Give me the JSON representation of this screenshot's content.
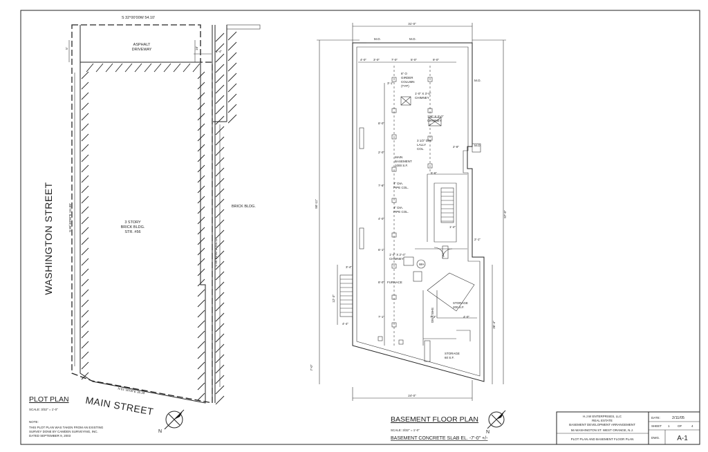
{
  "plot_plan": {
    "top_bearing": "S 32°00'00W 54.10'",
    "driveway": [
      "ASPHALT",
      "DRIVEWAY"
    ],
    "dim_left_top": "5'",
    "dim_right_top": "16'",
    "dim_step": "1'-4\"",
    "west_bearing": "S 80°40'00\"E 111.80'",
    "east_bearing": "S 80°40'00\"E 115.11'",
    "bottom_bearing": "N 81°30'00\"E 35.30'",
    "building": [
      "3 STORY",
      "BRICK BLDG.",
      "STR. #56"
    ],
    "brick_bldg": "BRICK BLDG.",
    "washington_street": "WASHINGTON STREET",
    "main_street": "MAIN STREET",
    "title": "PLOT PLAN",
    "scale": "SCALE: 3/32\" = 1'-0\"",
    "note_title": "NOTE:",
    "notes": [
      "THIS PLOT PLAN WAS TAKEN FROM AN EXISTING",
      "SURVEY DONE BY CAMDEN SURVEYING, INC.",
      "DATED SEPTEMBER 9, 2003"
    ],
    "north": "N"
  },
  "floor_plan": {
    "overall_width_top": "31'-0\"",
    "overall_width_bottom": "24'-0\"",
    "height_left": "98'-11\"",
    "height_right": "97'-0\"",
    "small_dims": [
      "M.O.",
      "M.O.",
      "4'-0\"",
      "3'-0\"",
      "7'-0\"",
      "5'-0\"",
      "9'-0\"",
      "3'-1\"",
      "8'-0\"",
      "2'-0\"",
      "7'-8\"",
      "4'-0\"",
      "6'-1\"",
      "8'-0\"",
      "7'-1\"",
      "5'-6\"",
      "1'-4\"",
      "12'-3\"",
      "3'-4\"",
      "4'-4\"",
      "2'-1\"",
      "7'-4\"",
      "4'-0\"",
      "2'-8\""
    ],
    "labels": {
      "girder_column": [
        "6\" O",
        "GIRDER",
        "COLUMN",
        "(TYP)"
      ],
      "chimney1": [
        "1'-0\" X 3'-0\"",
        "CHIMNEY"
      ],
      "chimney2": [
        "1'-6\" X 3'-0\"",
        "CHIMNEY"
      ],
      "lally": [
        "3 1/2\" DIA.",
        "LALLY",
        "COL."
      ],
      "main_basement": [
        "MAIN",
        "BASEMENT",
        "1000 S.F."
      ],
      "pipe_col1": [
        "4\" DIA.",
        "PIPE COL."
      ],
      "pipe_col2": [
        "4\" DIA.",
        "PIPE COL."
      ],
      "chimney3": [
        "1'-4\" X 2'-4\"",
        "CHIMNEY"
      ],
      "furnace": "FURNACE",
      "wh": "WH",
      "storage1": [
        "STORAGE",
        "200 S.F."
      ],
      "storage2": [
        "STORAGE",
        "60 S.F."
      ],
      "shelving": "SHELVING",
      "mo_right1": "M.O.",
      "mo_right2": "M.O."
    },
    "title": "BASEMENT FLOOR PLAN",
    "scale": "SCALE: 3/32\" = 1'-0\"",
    "slab": "BASEMENT CONCRETE SLAB EL. -7'-0\" +/-",
    "north": "N"
  },
  "title_block": {
    "company": "H.J.W ENTERPRISES, LLC",
    "division": "REAL ESTATE",
    "desc": "BASEMENT DEVELOPMENT ARRANGEMENT",
    "address": "56 WASHINGTON ST. WEST ORANGE, N.J.",
    "sheet_title": "PLOT PLAN AND BASEMENT FLOOR PLAN",
    "date_label": "DATE:",
    "date_value": "2/11/05",
    "sheet_label": "SHEET",
    "sheet_num": "1",
    "of_label": "OF",
    "sheet_total": "4",
    "dwg_label": "DWG.",
    "dwg_value": "A-1"
  }
}
